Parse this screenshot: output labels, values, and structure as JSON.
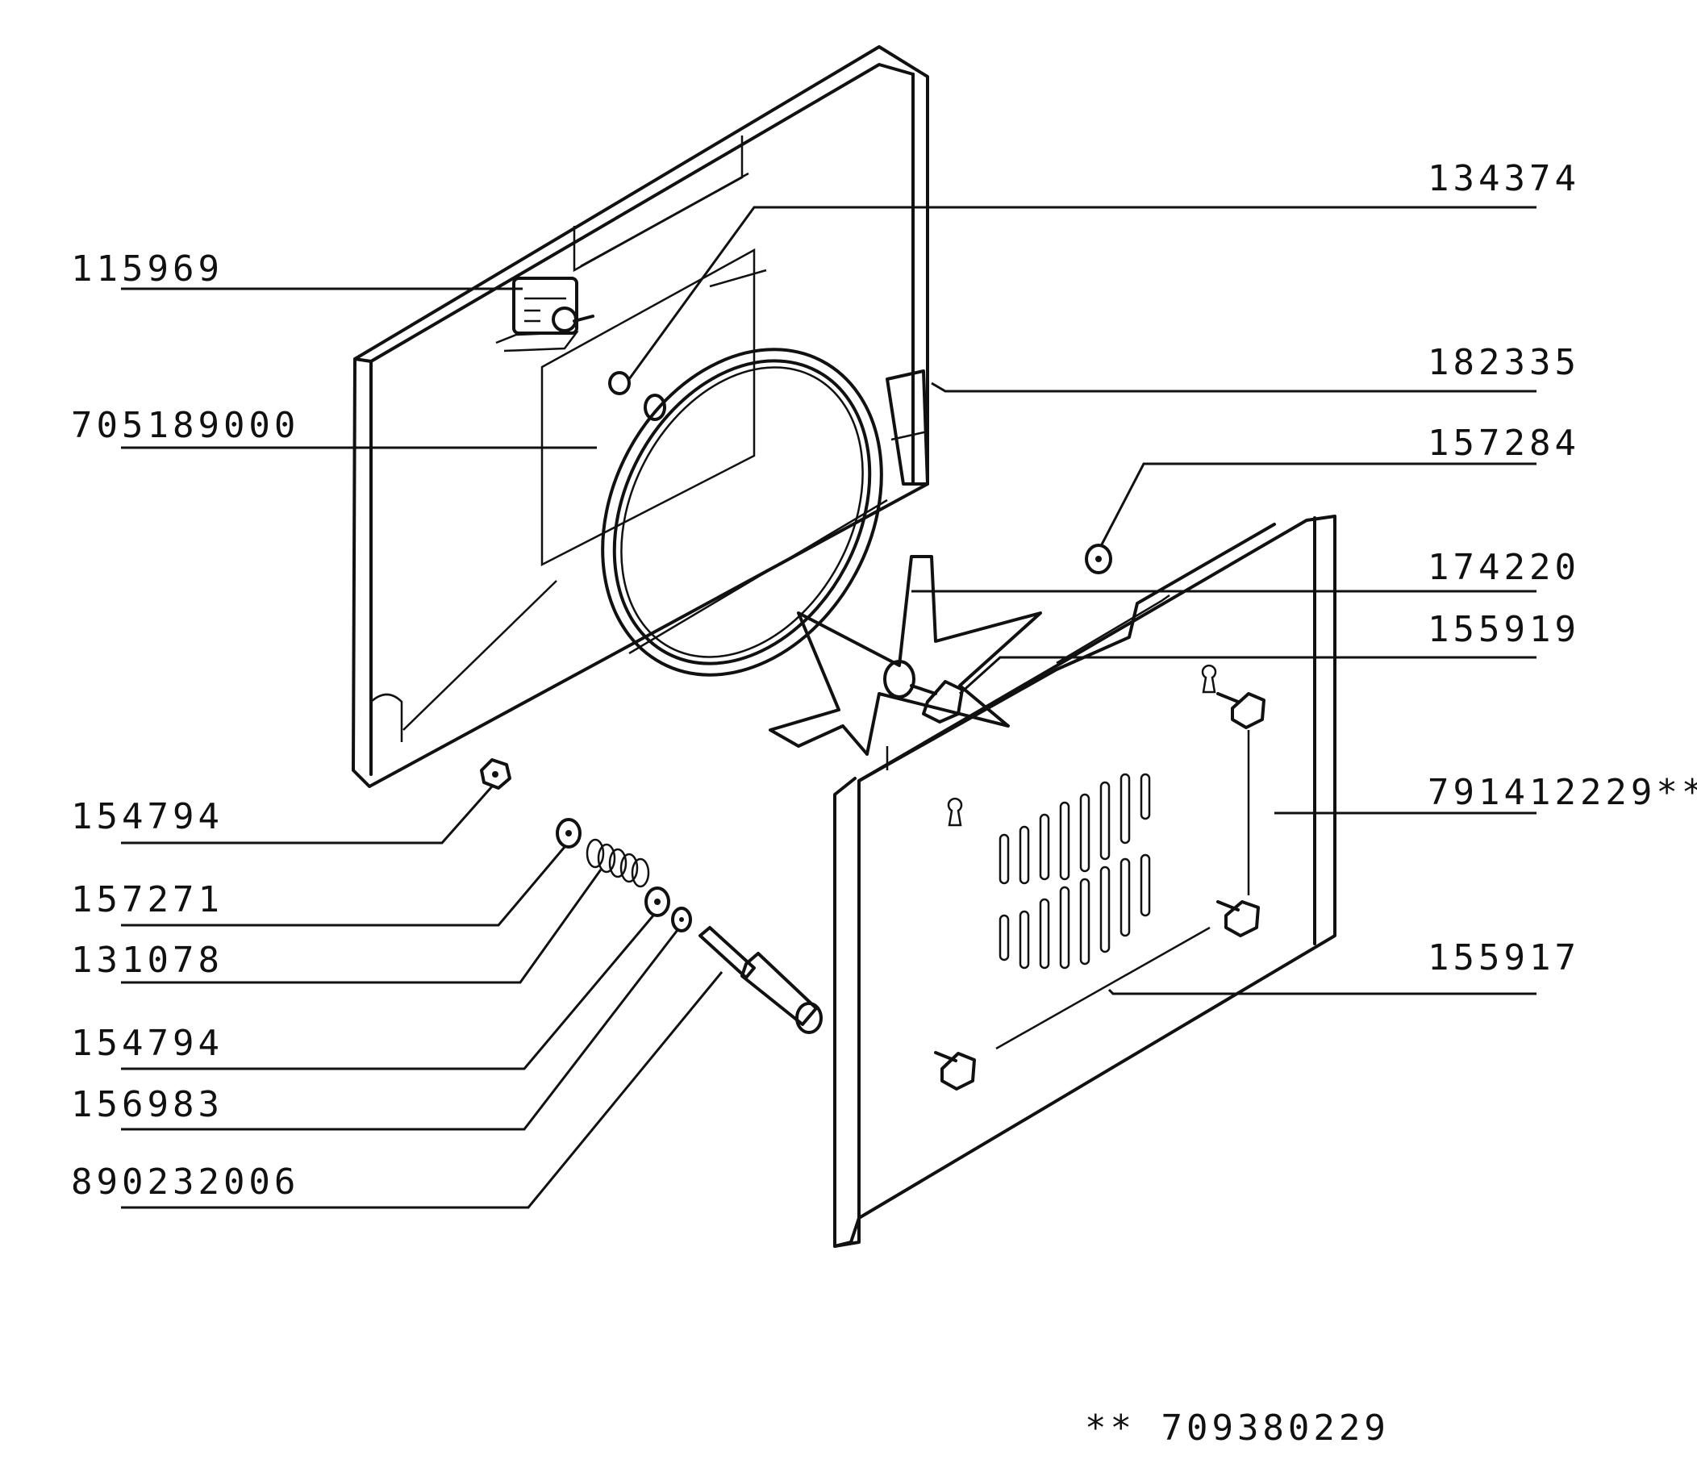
{
  "labels": {
    "p115969": "115969",
    "p134374": "134374",
    "p705189000": "705189000",
    "p182335": "182335",
    "p157284": "157284",
    "p174220": "174220",
    "p155919": "155919",
    "p154794a": "154794",
    "p791412229": "791412229**",
    "p157271": "157271",
    "p131078": "131078",
    "p154794b": "154794",
    "p156983": "156983",
    "p890232006": "890232006",
    "p155917": "155917"
  },
  "footnote": "** 709380229",
  "icons": [
    "oven-back-panel",
    "circular-heating-element",
    "fan-blade",
    "fan-cover-panel",
    "lamp-holder",
    "screw",
    "spring",
    "washer",
    "shaft"
  ]
}
